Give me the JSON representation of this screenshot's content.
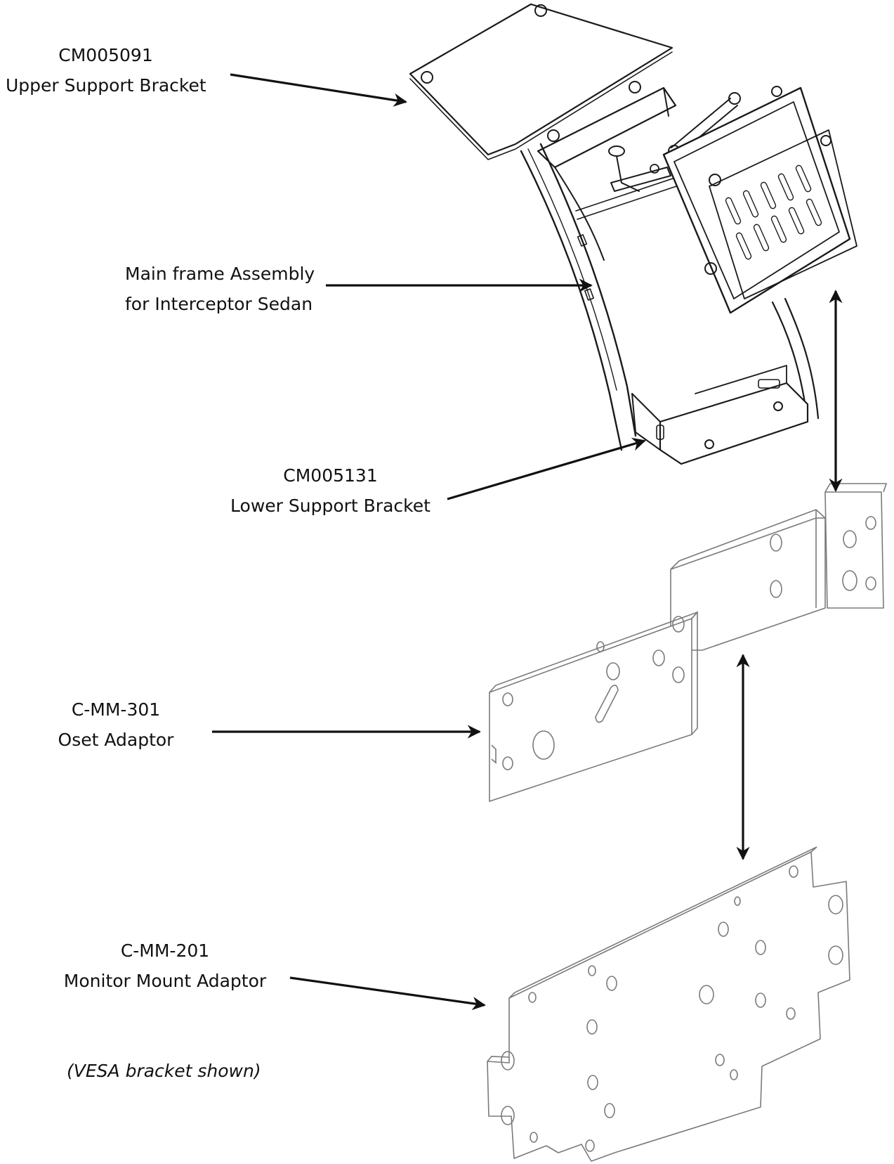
{
  "labels": {
    "upper_support": {
      "part_no": "CM005091",
      "name": "Upper Support Bracket"
    },
    "main_frame": {
      "line1": "Main frame Assembly",
      "line2": "for Interceptor Sedan"
    },
    "lower_support": {
      "part_no": "CM005131",
      "name": "Lower Support Bracket"
    },
    "offset_adaptor": {
      "part_no": "C-MM-301",
      "name": "Oset Adaptor"
    },
    "monitor_adaptor": {
      "part_no": "C-MM-201",
      "name": "Monitor Mount Adaptor"
    },
    "note": "(VESA bracket shown)"
  },
  "colors": {
    "ink": "#1a1a1a",
    "ghost_line": "#7a7a7a",
    "background": "#ffffff"
  }
}
